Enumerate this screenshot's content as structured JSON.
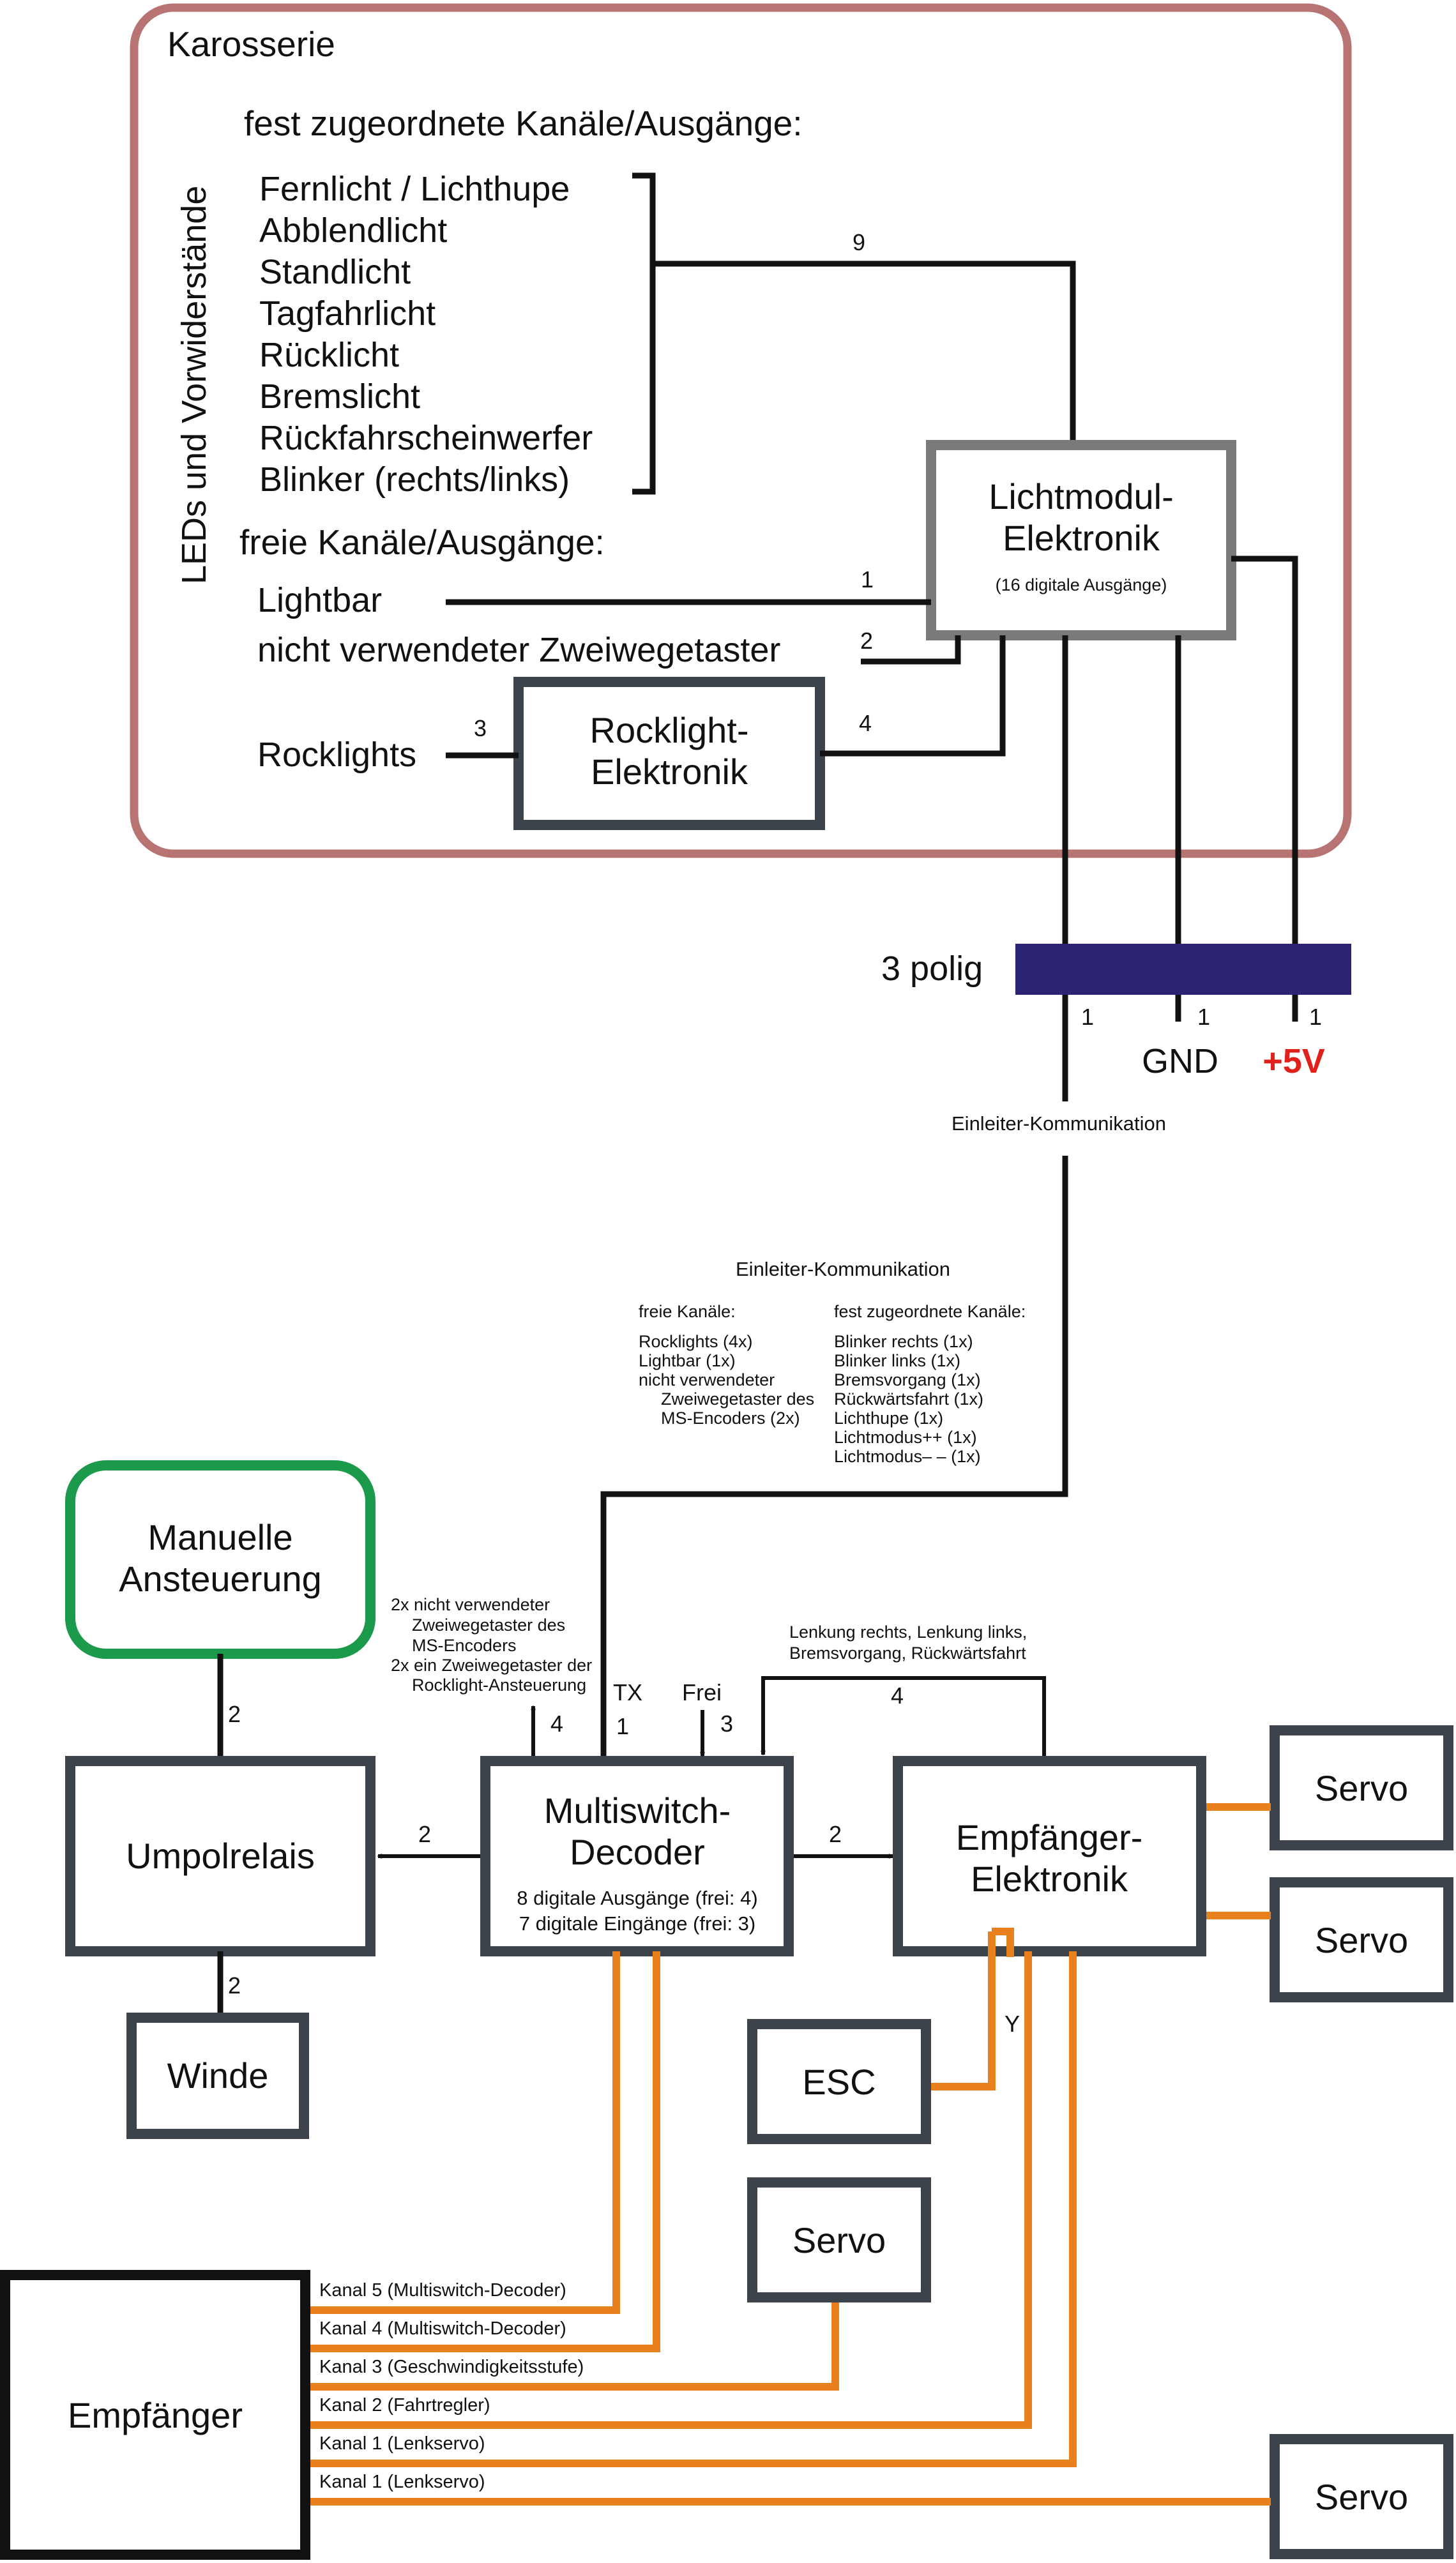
{
  "colors": {
    "karosserie_border": "#b87373",
    "box_border": "#3d434a",
    "lichtmodul_border": "#7a7a7a",
    "manual_border": "#1a9a4a",
    "connector": "#2a2473",
    "wire_orange": "#e8801e",
    "wire_black": "#111111",
    "plus5v": "#e0201a"
  },
  "karosserie": {
    "title": "Karosserie",
    "side_label": "LEDs und Vorwiderstände",
    "fixed_heading": "fest zugeordnete Kanäle/Ausgänge:",
    "fixed_items": [
      "Fernlicht / Lichthupe",
      "Abblendlicht",
      "Standlicht",
      "Tagfahrlicht",
      "Rücklicht",
      "Bremslicht",
      "Rückfahrscheinwerfer",
      "Blinker (rechts/links)"
    ],
    "fixed_count": "9",
    "free_heading": "freie Kanäle/Ausgänge:",
    "lightbar": "Lightbar",
    "lightbar_count": "1",
    "taster": "nicht verwendeter Zweiwegetaster",
    "taster_count": "2",
    "rocklights": "Rocklights",
    "rocklights_count": "3",
    "rocklight_to_lichtmodul_count": "4"
  },
  "lichtmodul": {
    "line1": "Lichtmodul-",
    "line2": "Elektronik",
    "sub": "(16 digitale Ausgänge)"
  },
  "rocklight": {
    "line1": "Rocklight-",
    "line2": "Elektronik"
  },
  "connector": {
    "label": "3 polig",
    "pin1_count": "1",
    "pin2_count": "1",
    "pin3_count": "1",
    "gnd": "GND",
    "plus5v": "+5V",
    "einleiter": "Einleiter-Kommunikation"
  },
  "einleiter_info": {
    "title": "Einleiter-Kommunikation",
    "free_heading": "freie Kanäle:",
    "free_lines": [
      "Rocklights (4x)",
      "Lightbar (1x)",
      "nicht verwendeter",
      "Zweiwegetaster des",
      "MS-Encoders  (2x)"
    ],
    "fixed_heading": "fest zugeordnete Kanäle:",
    "fixed_lines": [
      "Blinker rechts (1x)",
      "Blinker links    (1x)",
      "Bremsvorgang  (1x)",
      "Rückwärtsfahrt  (1x)",
      "Lichthupe  (1x)",
      "Lichtmodus++ (1x)",
      "Lichtmodus– – (1x)"
    ]
  },
  "manual": {
    "line1": "Manuelle",
    "line2": "Ansteuerung",
    "count": "2"
  },
  "umpolrelais": {
    "label": "Umpolrelais",
    "count_to_winde": "2"
  },
  "winde": {
    "label": "Winde"
  },
  "decoder": {
    "line1": "Multiswitch-",
    "line2": "Decoder",
    "sub1": "8 digitale Ausgänge (frei: 4)",
    "sub2": "7 digitale Eingänge  (frei: 3)",
    "to_umpol_count": "2",
    "to_empf_count": "2",
    "tx": "TX",
    "tx_count": "1",
    "frei": "Frei",
    "frei_count": "3",
    "out_count": "4",
    "out_note": [
      "2x nicht verwendeter",
      "Zweiwegetaster des",
      "MS-Encoders",
      "2x ein Zweiwegetaster der",
      "Rocklight-Ansteuerung"
    ]
  },
  "empf_elektronik": {
    "line1": "Empfänger-",
    "line2": "Elektronik",
    "feedback_count": "4",
    "feedback_note1": "Lenkung rechts, Lenkung links,",
    "feedback_note2": "Bremsvorgang, Rückwärtsfahrt",
    "y_label": "Y"
  },
  "servos": {
    "label": "Servo"
  },
  "esc": {
    "label": "ESC"
  },
  "empfaenger": {
    "label": "Empfänger",
    "channels": [
      "Kanal 5 (Multiswitch-Decoder)",
      "Kanal 4 (Multiswitch-Decoder)",
      "Kanal 3 (Geschwindigkeitsstufe)",
      "Kanal 2 (Fahrtregler)",
      "Kanal 1 (Lenkservo)",
      "Kanal 1 (Lenkservo)"
    ]
  }
}
